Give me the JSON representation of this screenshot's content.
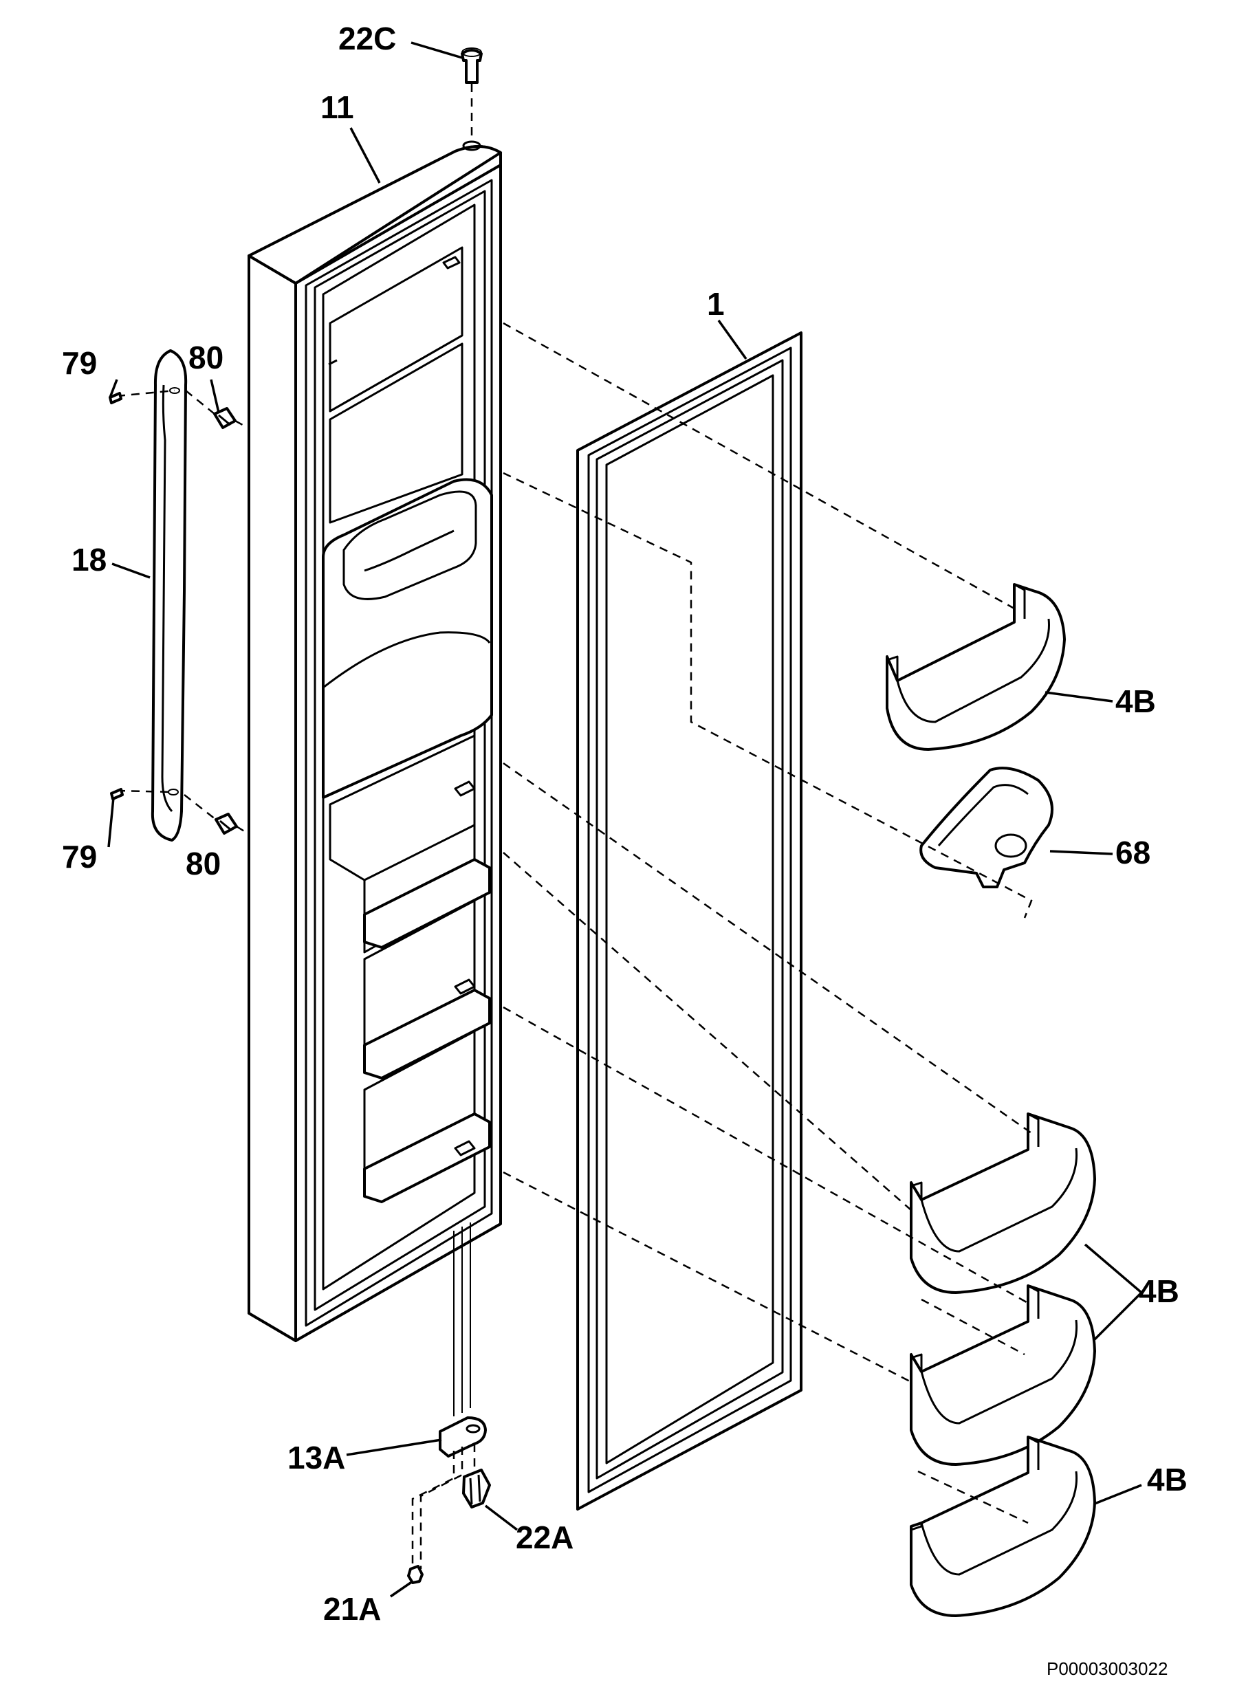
{
  "figure": {
    "code": "P00003003022"
  },
  "callouts": {
    "c22C": "22C",
    "c11": "11",
    "c1": "1",
    "c79a": "79",
    "c80a": "80",
    "c18": "18",
    "c4Ba": "4B",
    "c68": "68",
    "c79b": "79",
    "c80b": "80",
    "c4Bb": "4B",
    "c4Bc": "4B",
    "c13A": "13A",
    "c22A": "22A",
    "c21A": "21A"
  }
}
